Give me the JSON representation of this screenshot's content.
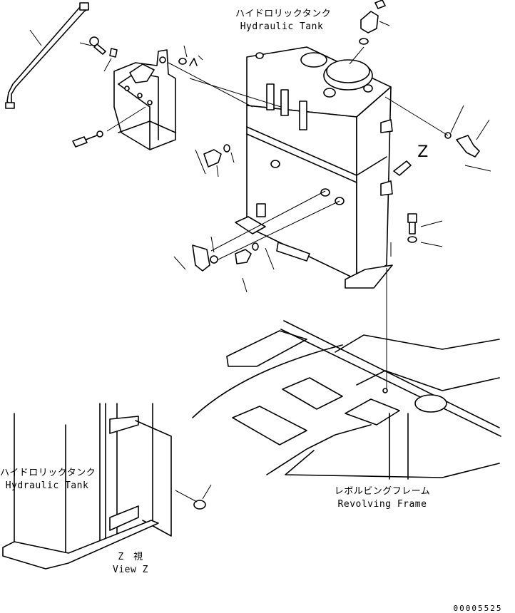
{
  "labels": {
    "tank_top_jp": "ハイドロリックタンク",
    "tank_top_en": "Hydraulic Tank",
    "tank_left_jp": "ハイドロリックタンク",
    "tank_left_en": "Hydraulic Tank",
    "frame_jp": "レボルビングフレーム",
    "frame_en": "Revolving Frame",
    "view_jp": "Z　視",
    "view_en": "View Z",
    "arrow_letter": "Z",
    "drawing_no": "00005525"
  }
}
